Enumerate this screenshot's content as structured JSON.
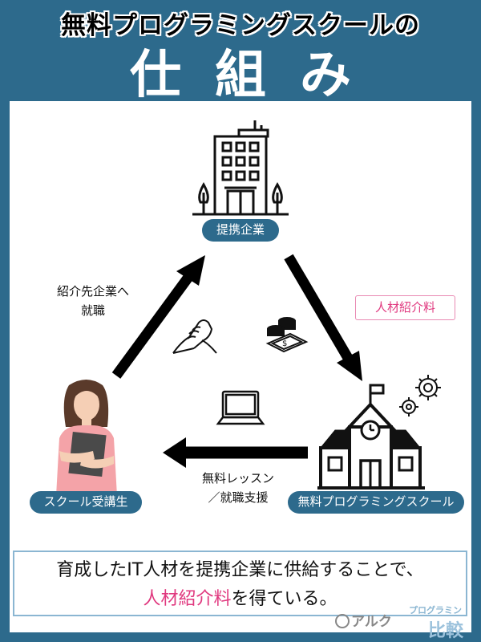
{
  "header": {
    "title_line1": "無料プログラミングスクールの",
    "title_line2": "仕組み"
  },
  "nodes": {
    "company": "提携企業",
    "school": "無料プログラミングスクール",
    "student": "スクール受講生"
  },
  "edges": {
    "student_to_company_l1": "紹介先企業へ",
    "student_to_company_l2": "就職",
    "company_to_school": "人材紹介料",
    "school_to_student_l1": "無料レッスン",
    "school_to_student_l2": "／就職支援"
  },
  "summary": {
    "line1": "育成したIT人材を提携企業に供給することで、",
    "line2_highlight": "人材紹介料",
    "line2_rest": "を得ている。"
  },
  "logos": {
    "alc": "アルク",
    "site_top": "プログラミン",
    "site_bottom": "比較"
  },
  "colors": {
    "brand": "#2d6a8c",
    "highlight": "#e0397f"
  },
  "icons": [
    "building-icon",
    "handshake-icon",
    "coins-icon",
    "laptop-icon",
    "school-icon",
    "gear-icon",
    "student-icon"
  ]
}
